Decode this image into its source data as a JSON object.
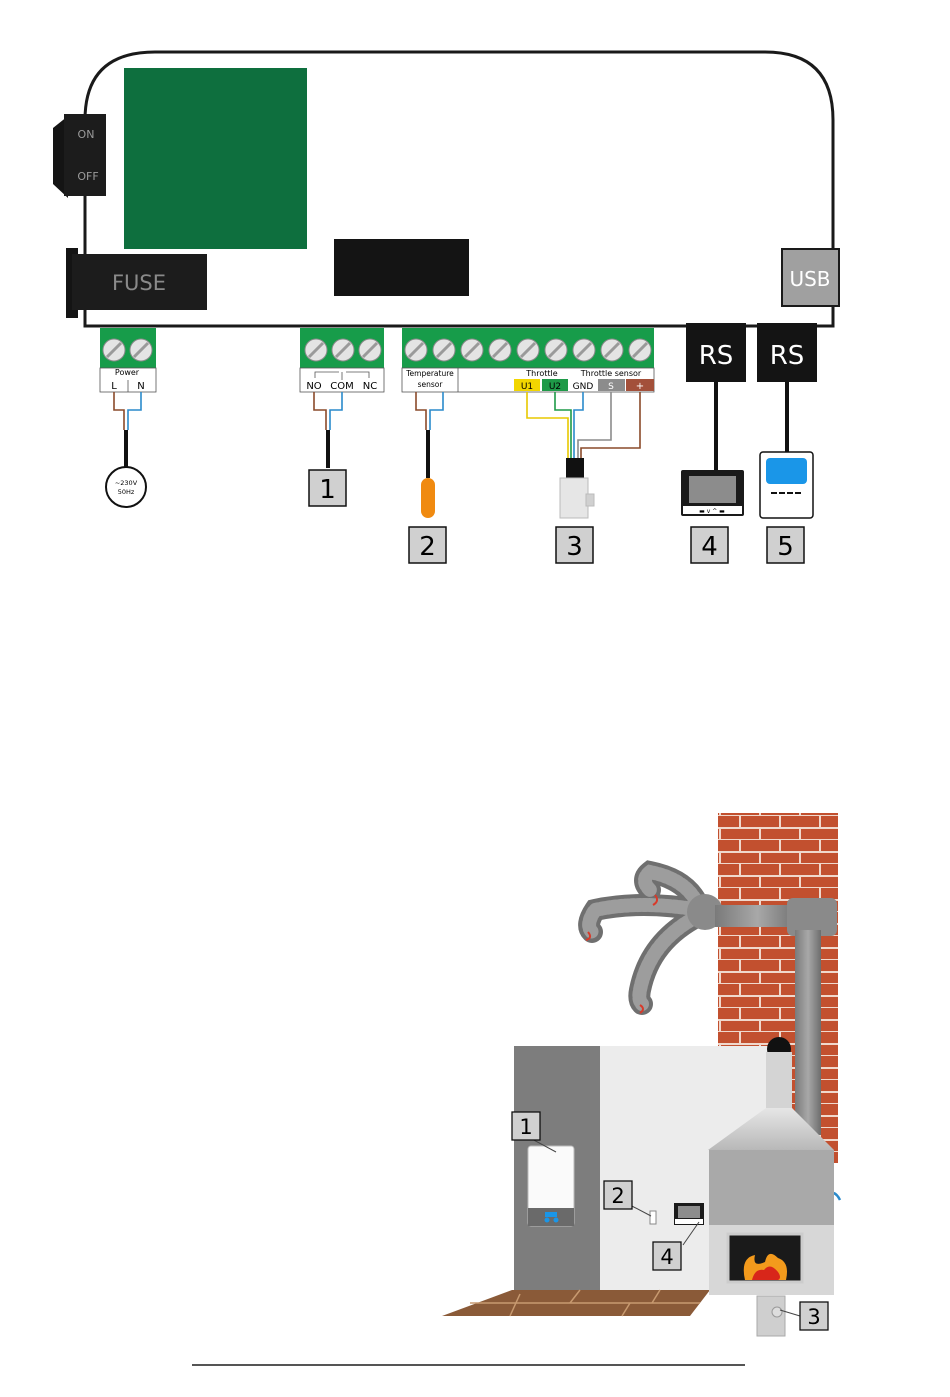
{
  "controller": {
    "switch_on": "ON",
    "switch_off": "OFF",
    "fuse": "FUSE",
    "usb": "USB"
  },
  "terminals": {
    "power_title": "Power",
    "power_l": "L",
    "power_n": "N",
    "relay_no": "NO",
    "relay_com": "COM",
    "relay_nc": "NC",
    "temp_line1": "Temperature",
    "temp_line2": "sensor",
    "throttle_title": "Throttle",
    "throttle_sensor_title": "Throttle  sensor",
    "u1": "U1",
    "u2": "U2",
    "gnd": "GND",
    "s": "S",
    "plus": "+"
  },
  "rs_labels": [
    "RS",
    "RS"
  ],
  "mains": {
    "line1": "~230V",
    "line2": "50Hz"
  },
  "device_numbers": [
    "1",
    "2",
    "3",
    "4",
    "5"
  ],
  "scene_numbers": [
    "1",
    "2",
    "4",
    "3"
  ],
  "colors": {
    "terminal_green": "#179c4a",
    "pcb_green": "#0e6f3e",
    "u1_yellow": "#f2d600",
    "u2_green": "#1e9a48",
    "s_grey": "#8c8c8c",
    "plus_brown": "#a3503a",
    "brick": "#c2502f",
    "flame": "#f39a1c"
  }
}
